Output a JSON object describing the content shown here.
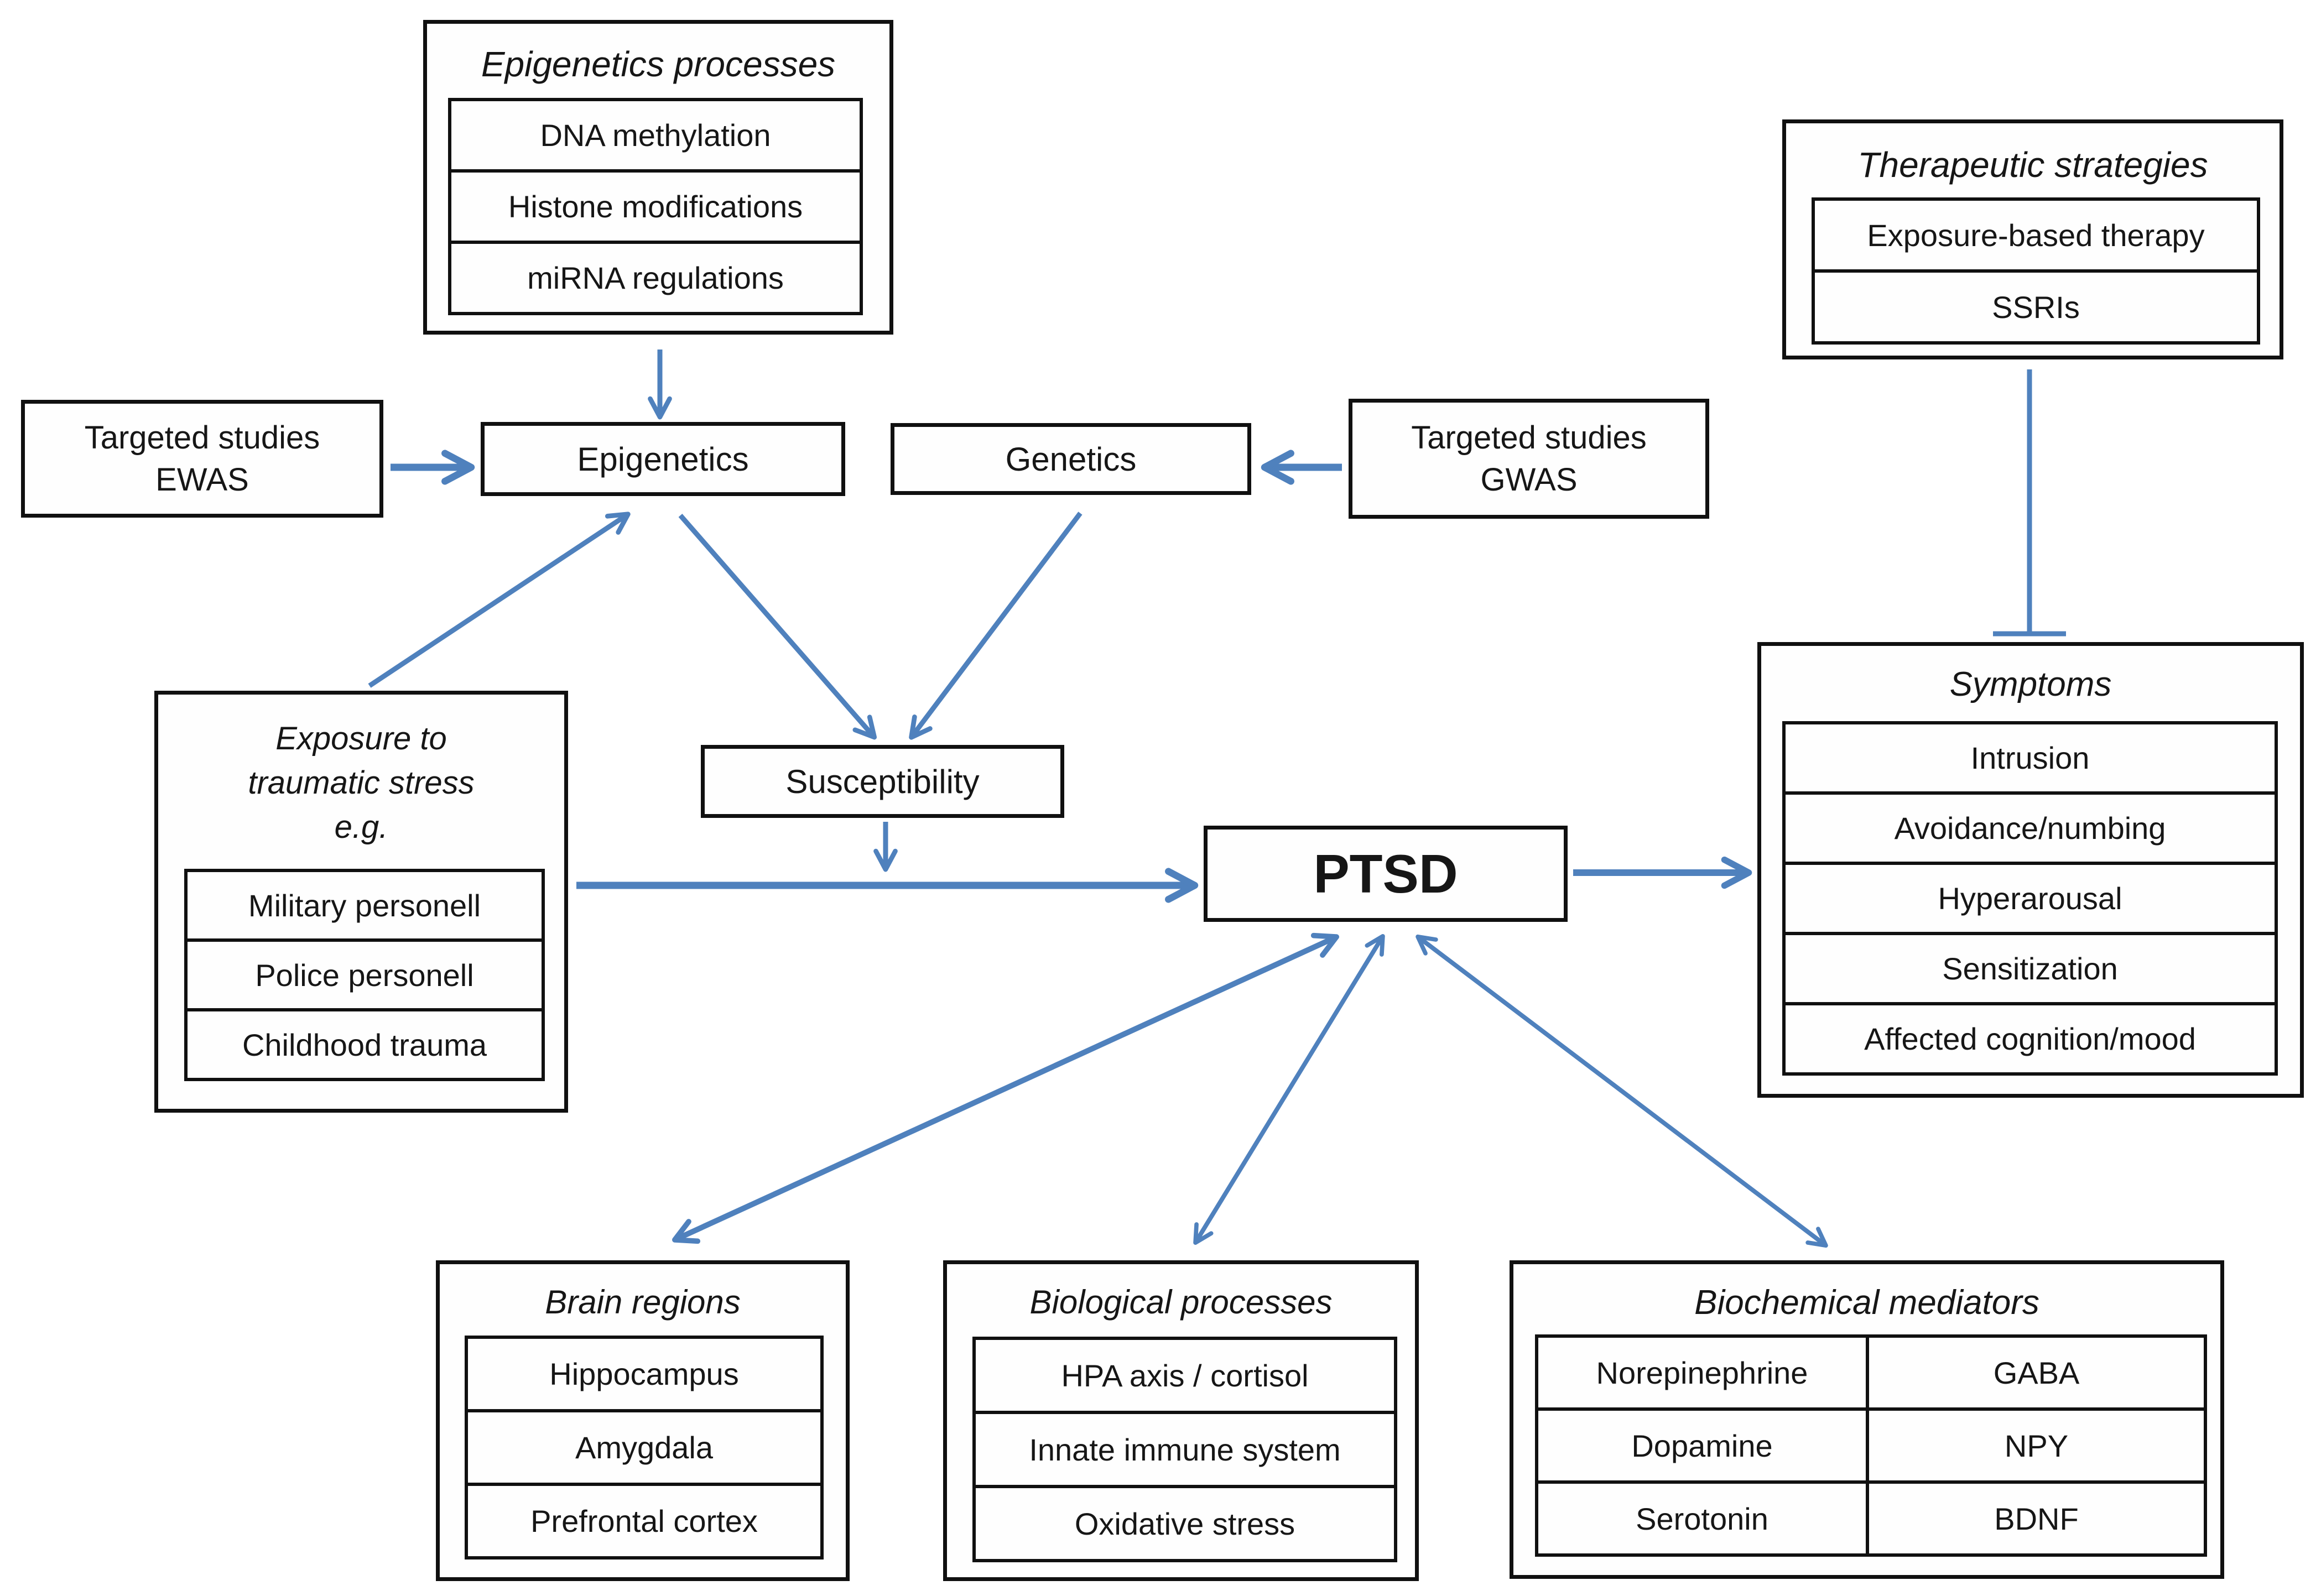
{
  "figure": {
    "type": "flow-diagram",
    "topic": "PTSD pathways"
  },
  "colors": {
    "arrow_blue": "#4f81bd",
    "box_border": "#101010",
    "text": "#161616",
    "background": "#ffffff"
  },
  "nodes": {
    "epigenetics_processes": {
      "title": "Epigenetics processes",
      "items": [
        "DNA methylation",
        "Histone modifications",
        "miRNA regulations"
      ]
    },
    "targeted_studies_ewas": {
      "line1": "Targeted studies",
      "line2": "EWAS"
    },
    "epigenetics": {
      "label": "Epigenetics"
    },
    "genetics": {
      "label": "Genetics"
    },
    "targeted_studies_gwas": {
      "line1": "Targeted studies",
      "line2": "GWAS"
    },
    "therapeutic_strategies": {
      "title": "Therapeutic strategies",
      "items": [
        "Exposure-based therapy",
        "SSRIs"
      ]
    },
    "exposure": {
      "title_line1": "Exposure to",
      "title_line2": "traumatic stress",
      "title_line3": "e.g.",
      "items": [
        "Military personell",
        "Police personell",
        "Childhood trauma"
      ]
    },
    "susceptibility": {
      "label": "Susceptibility"
    },
    "ptsd": {
      "label": "PTSD"
    },
    "symptoms": {
      "title": "Symptoms",
      "items": [
        "Intrusion",
        "Avoidance/numbing",
        "Hyperarousal",
        "Sensitization",
        "Affected cognition/mood"
      ]
    },
    "brain_regions": {
      "title": "Brain regions",
      "items": [
        "Hippocampus",
        "Amygdala",
        "Prefrontal cortex"
      ]
    },
    "biological_processes": {
      "title": "Biological processes",
      "items": [
        "HPA axis / cortisol",
        "Innate immune system",
        "Oxidative stress"
      ]
    },
    "biochemical_mediators": {
      "title": "Biochemical mediators",
      "left_column": [
        "Norepinephrine",
        "Dopamine",
        "Serotonin"
      ],
      "right_column": [
        "GABA",
        "NPY",
        "BDNF"
      ]
    }
  },
  "arrows": [
    {
      "from": "epigenetics_processes",
      "to": "epigenetics",
      "type": "arrow"
    },
    {
      "from": "targeted_studies_ewas",
      "to": "epigenetics",
      "type": "arrow"
    },
    {
      "from": "targeted_studies_gwas",
      "to": "genetics",
      "type": "arrow"
    },
    {
      "from": "exposure",
      "to": "epigenetics",
      "type": "arrow"
    },
    {
      "from": "epigenetics",
      "to": "susceptibility",
      "type": "arrow"
    },
    {
      "from": "genetics",
      "to": "susceptibility",
      "type": "arrow"
    },
    {
      "from": "susceptibility",
      "to": "exposure_ptsd_path",
      "type": "arrow"
    },
    {
      "from": "exposure",
      "to": "ptsd",
      "type": "arrow"
    },
    {
      "from": "ptsd",
      "to": "symptoms",
      "type": "arrow"
    },
    {
      "from": "therapeutic_strategies",
      "to": "symptoms",
      "type": "inhibition"
    },
    {
      "from": "ptsd",
      "to": "brain_regions",
      "type": "double-arrow"
    },
    {
      "from": "ptsd",
      "to": "biological_processes",
      "type": "double-arrow"
    },
    {
      "from": "ptsd",
      "to": "biochemical_mediators",
      "type": "double-arrow"
    }
  ]
}
